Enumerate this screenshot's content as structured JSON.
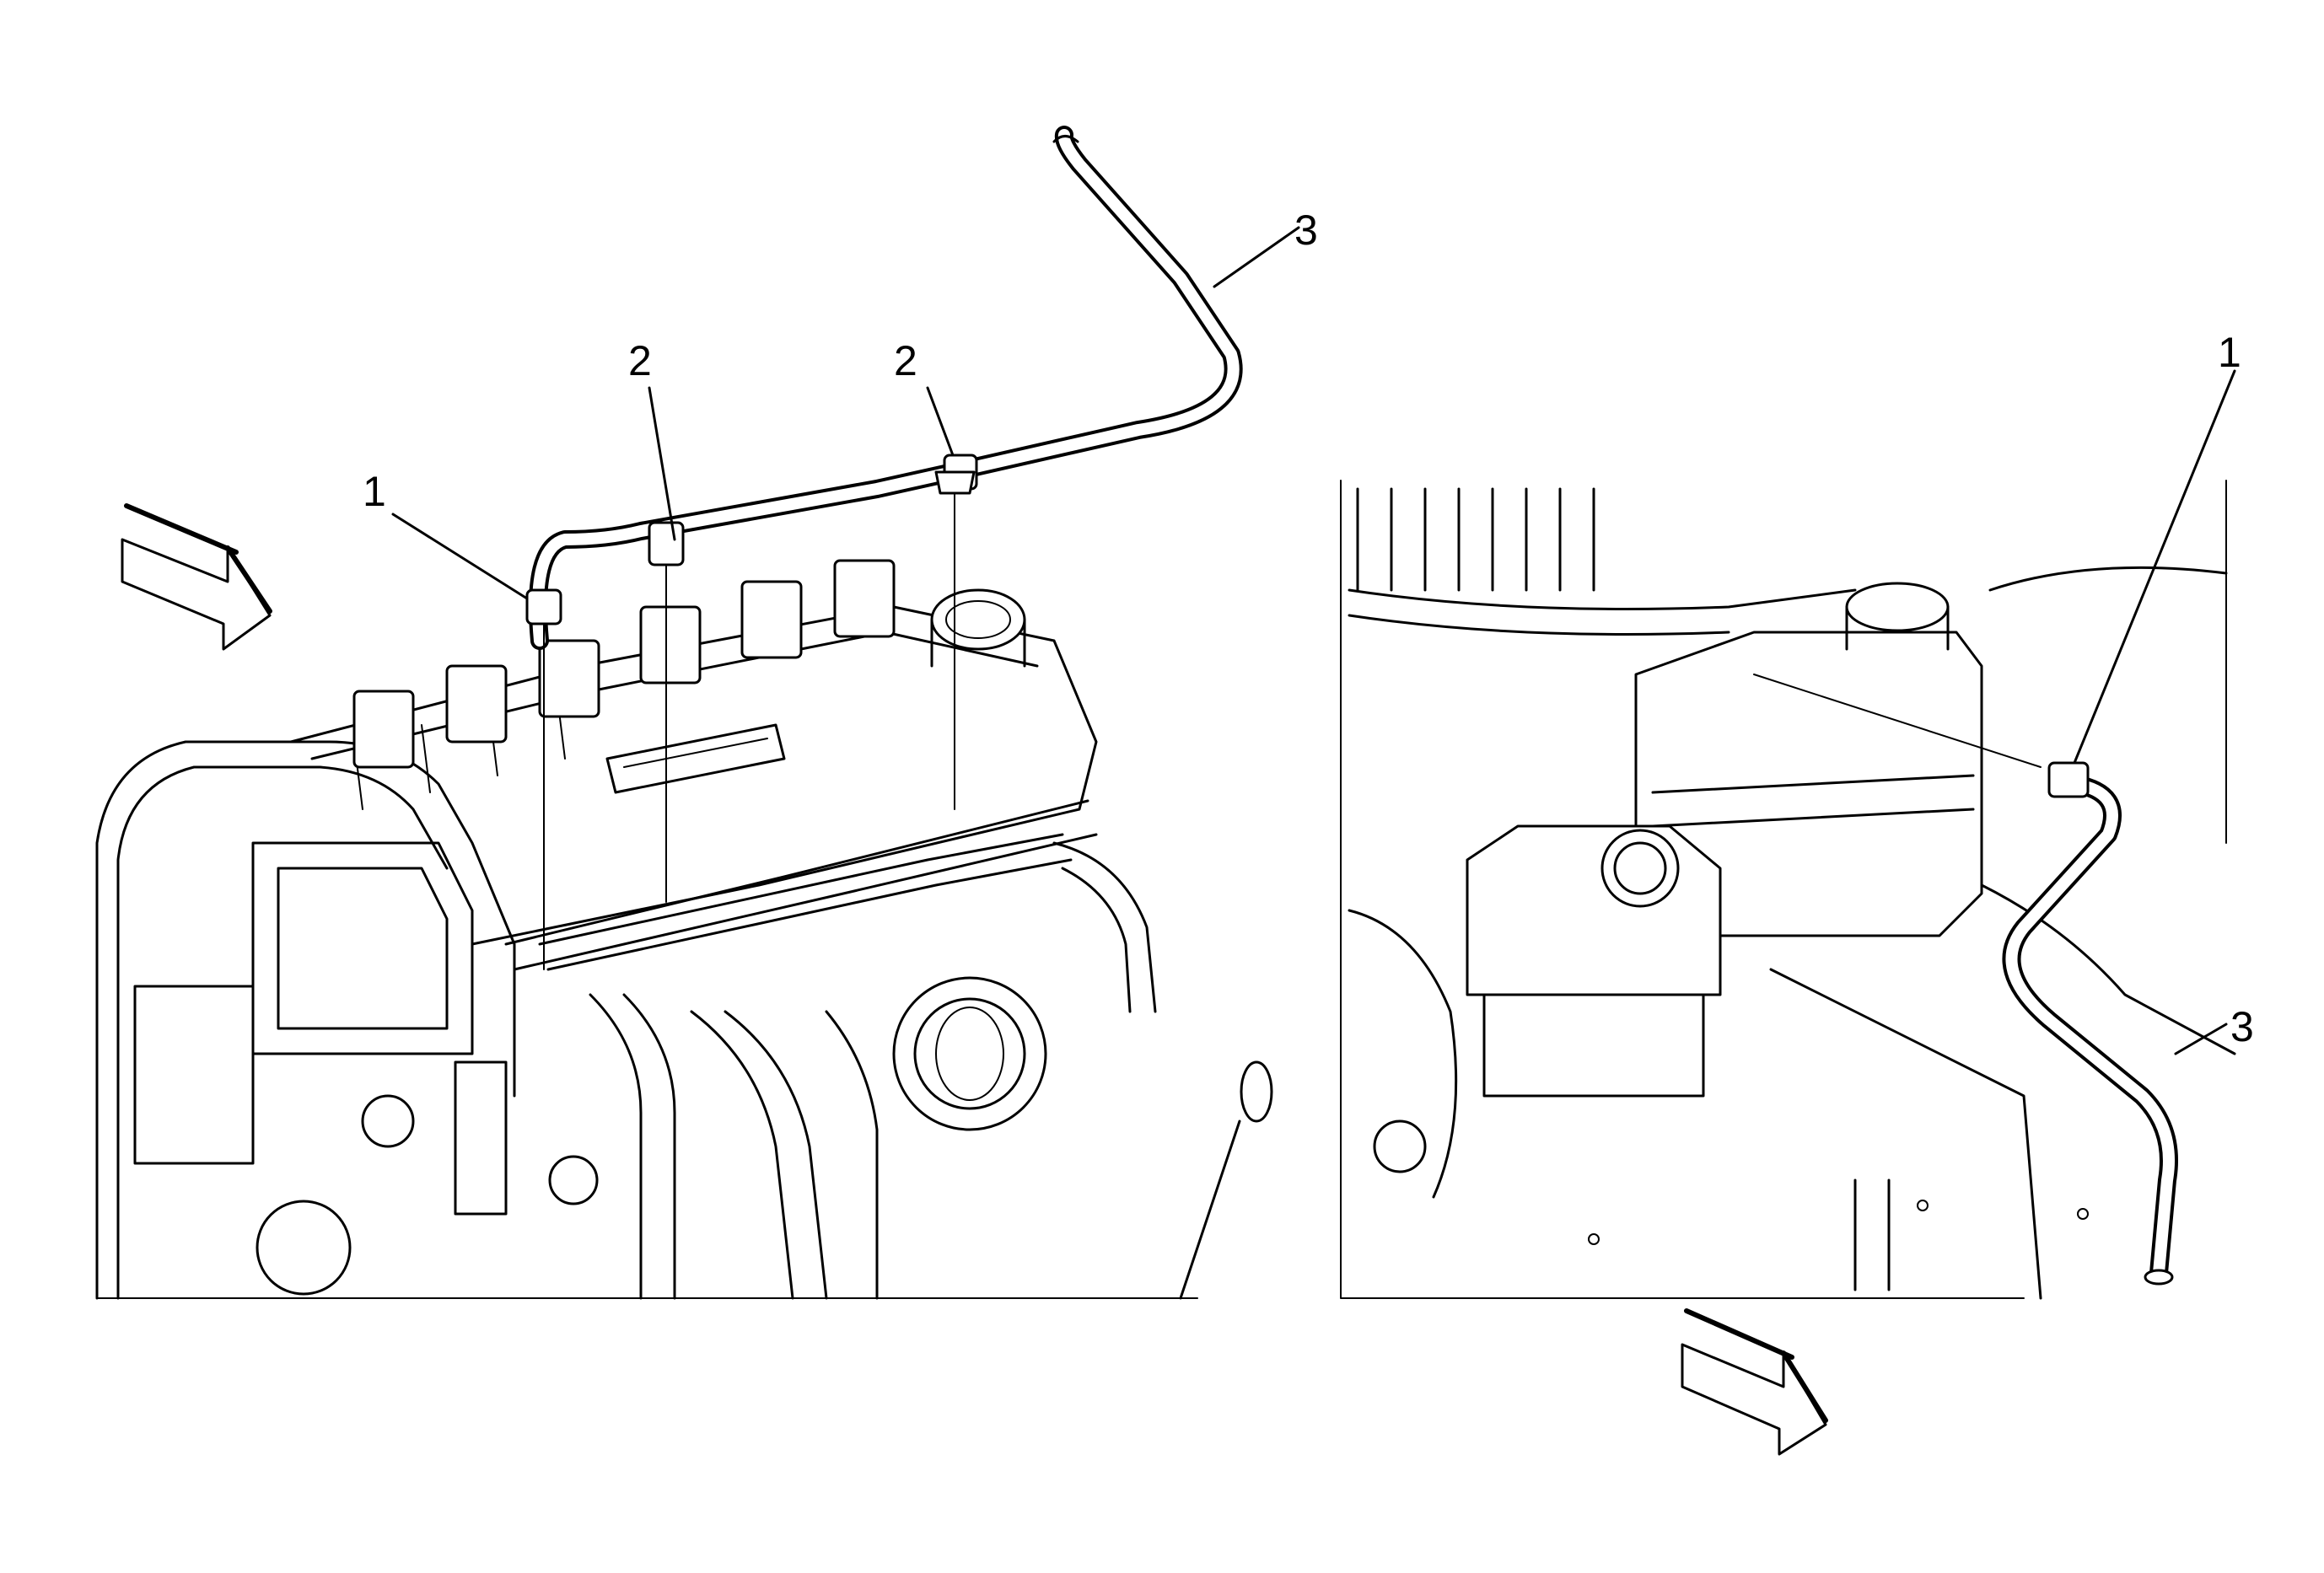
{
  "callouts": {
    "left_1": "1",
    "left_2a": "2",
    "left_2b": "2",
    "left_3": "3",
    "right_1": "1",
    "right_3": "3"
  },
  "icons": {
    "direction_arrow_left": "forward-direction-arrow-icon",
    "direction_arrow_right": "forward-direction-arrow-icon"
  }
}
